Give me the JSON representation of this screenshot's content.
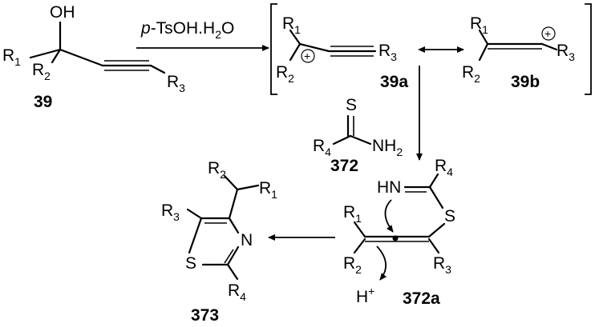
{
  "reagent": {
    "italic": "p",
    "rest": "-TsOH.H",
    "sub": "2",
    "tail": "O"
  },
  "compounds": {
    "c39": "39",
    "c39a": "39a",
    "c39b": "39b",
    "c372": "372",
    "c372a": "372a",
    "c373": "373"
  },
  "atoms": {
    "oh": "OH",
    "s": "S",
    "n": "N",
    "nh": "HN",
    "nh2_base": "NH",
    "nh2_sub": "2",
    "h_plus_base": "H",
    "h_plus_sup": "+"
  },
  "groups": {
    "r": "R",
    "s1": "1",
    "s2": "2",
    "s3": "3",
    "s4": "4"
  },
  "charge": "+",
  "resonance_symbol": "↔"
}
